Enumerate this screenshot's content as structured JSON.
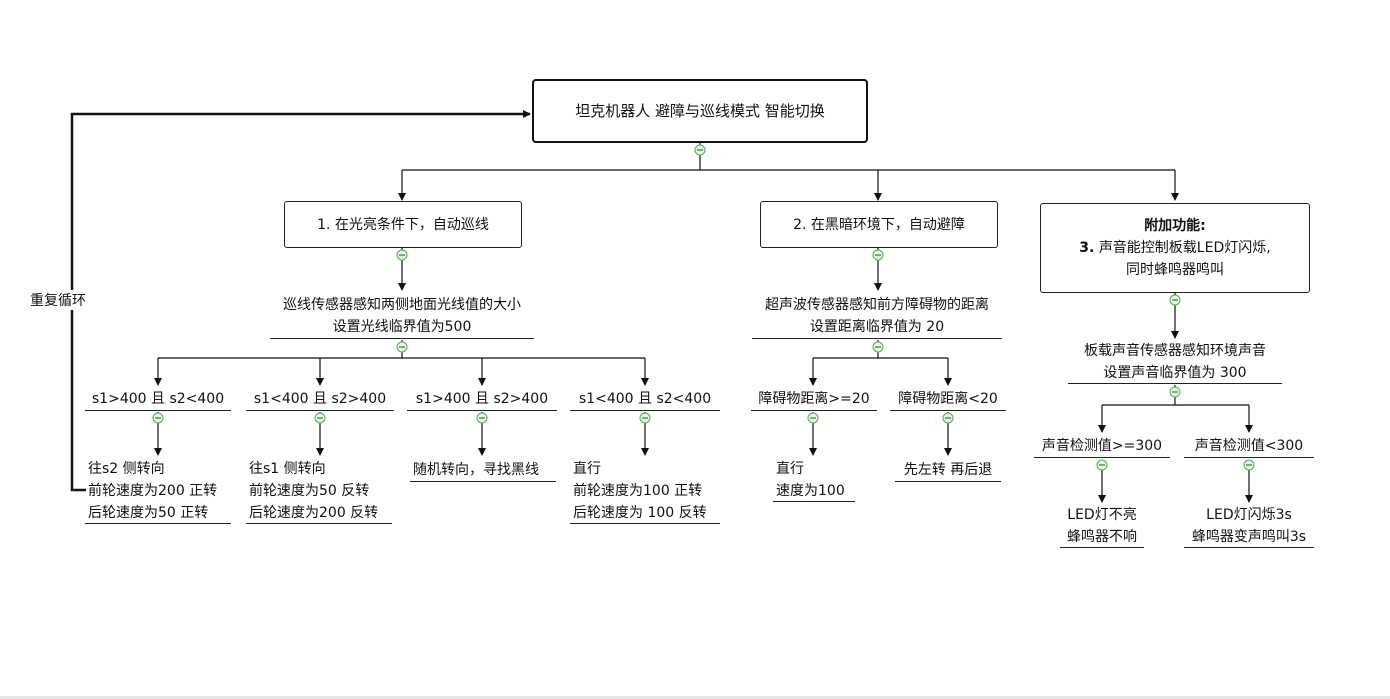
{
  "root": {
    "label": "坦克机器人 避障与巡线模式 智能切换"
  },
  "loop": {
    "label": "重复循环"
  },
  "branch1": {
    "title": "1. 在光亮条件下，自动巡线",
    "sensor_line1": "巡线传感器感知两侧地面光线值的大小",
    "sensor_line2": "设置光线临界值为500",
    "cases": [
      {
        "cond": "s1>400 且 s2<400",
        "action": [
          "往s2 侧转向",
          "前轮速度为200 正转",
          "后轮速度为50 正转"
        ]
      },
      {
        "cond": "s1<400 且 s2>400",
        "action": [
          "往s1 侧转向",
          "前轮速度为50 反转",
          "后轮速度为200 反转"
        ]
      },
      {
        "cond": "s1>400 且 s2>400",
        "action": [
          "随机转向，寻找黑线"
        ]
      },
      {
        "cond": "s1<400 且 s2<400",
        "action": [
          "直行",
          "前轮速度为100 正转",
          "后轮速度为 100 反转"
        ]
      }
    ]
  },
  "branch2": {
    "title": "2. 在黑暗环境下，自动避障",
    "sensor_line1": "超声波传感器感知前方障碍物的距离",
    "sensor_line2": "设置距离临界值为 20",
    "cases": [
      {
        "cond": "障碍物距离>=20",
        "action": [
          "直行",
          "速度为100"
        ]
      },
      {
        "cond": "障碍物距离<20",
        "action": [
          "先左转 再后退"
        ]
      }
    ]
  },
  "branch3": {
    "title_line1": "附加功能:",
    "title_num": "3.",
    "title_line2": "声音能控制板载LED灯闪烁,",
    "title_line3": "同时蜂鸣器鸣叫",
    "sensor_line1": "板载声音传感器感知环境声音",
    "sensor_line2": "设置声音临界值为 300",
    "cases": [
      {
        "cond": "声音检测值>=300",
        "action": [
          "LED灯不亮",
          "蜂鸣器不响"
        ]
      },
      {
        "cond": "声音检测值<300",
        "action": [
          "LED灯闪烁3s",
          "蜂鸣器变声鸣叫3s"
        ]
      }
    ]
  },
  "colors": {
    "line": "#111111",
    "toggle_fill": "#e9f7e4",
    "toggle_stroke": "#4caf50"
  }
}
